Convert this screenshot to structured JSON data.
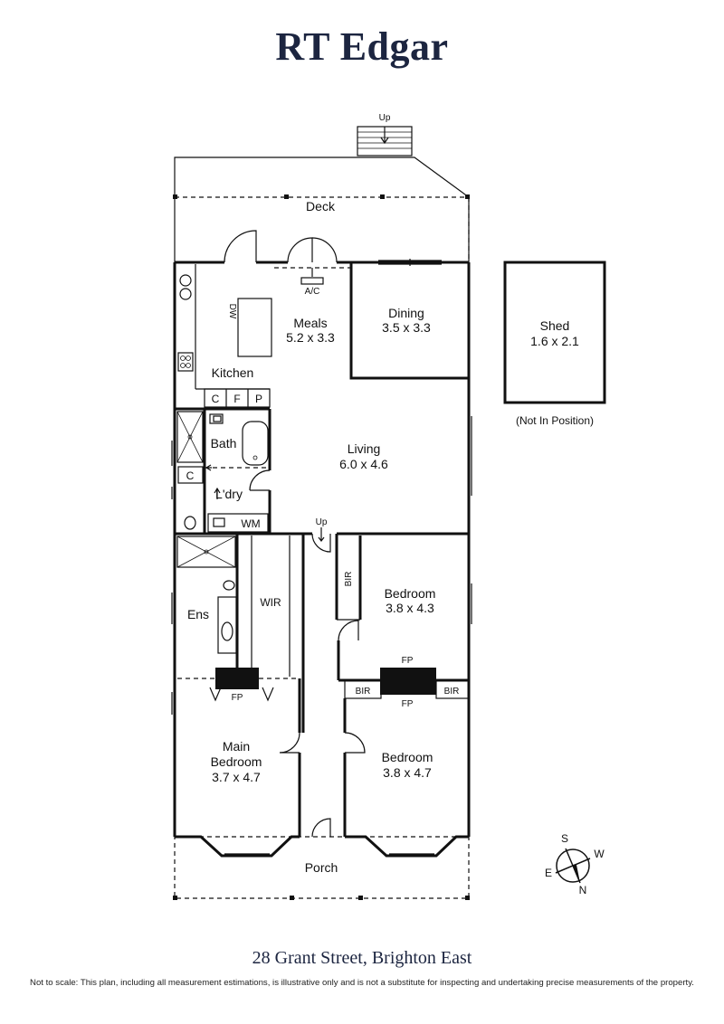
{
  "brand": "RT Edgar",
  "address": "28 Grant Street, Brighton East",
  "disclaimer": "Not to scale: This plan, including all measurement estimations, is illustrative only and is not a substitute for inspecting and undertaking precise measurements of the property.",
  "rooms": {
    "deck": "Deck",
    "meals": {
      "name": "Meals",
      "size": "5.2 x 3.3"
    },
    "dining": {
      "name": "Dining",
      "size": "3.5 x 3.3"
    },
    "kitchen": "Kitchen",
    "living": {
      "name": "Living",
      "size": "6.0 x 4.6"
    },
    "bath": "Bath",
    "laundry": "L'dry",
    "ensuite": "Ens",
    "wir": "WIR",
    "bedroom2": {
      "name": "Bedroom",
      "size": "3.8 x 4.3"
    },
    "bedroom3": {
      "name": "Bedroom",
      "size": "3.8 x 4.7"
    },
    "main_bedroom": {
      "line1": "Main",
      "line2": "Bedroom",
      "size": "3.7 x 4.7"
    },
    "porch": "Porch",
    "shed": {
      "name": "Shed",
      "size": "1.6 x 2.1",
      "note": "(Not In Position)"
    }
  },
  "fixtures": {
    "up_steps": "Up",
    "up_hall": "Up",
    "ac": "A/C",
    "dw": "DW",
    "c": "C",
    "f": "F",
    "p": "P",
    "wm": "WM",
    "laundry_c": "C",
    "bir": "BIR",
    "fp": "FP"
  },
  "compass": {
    "n": "N",
    "s": "S",
    "e": "E",
    "w": "W"
  }
}
